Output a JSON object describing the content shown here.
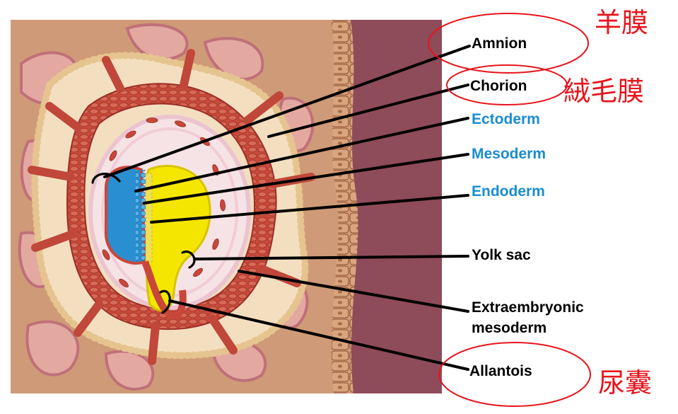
{
  "labels": {
    "amnion": "Amnion",
    "chorion": "Chorion",
    "ectoderm": "Ectoderm",
    "mesoderm": "Mesoderm",
    "endoderm": "Endoderm",
    "yolk_sac": "Yolk sac",
    "extraembryonic_line1": "Extraembryonic",
    "extraembryonic_line2": "mesoderm",
    "allantois": "Allantois"
  },
  "annotations": {
    "amnion_cn": "羊膜",
    "chorion_cn": "絨毛膜",
    "allantois_cn": "尿囊"
  },
  "colors": {
    "germ_layer_label": "#1a8ccf",
    "annotation_red": "#e8141c",
    "uterine_wall": "#c9906c",
    "uterine_lining_dark": "#8e4b5a",
    "yolk": "#f5e600",
    "embryonic_disc": "#2a8fd0",
    "cells": "#c8463a"
  }
}
